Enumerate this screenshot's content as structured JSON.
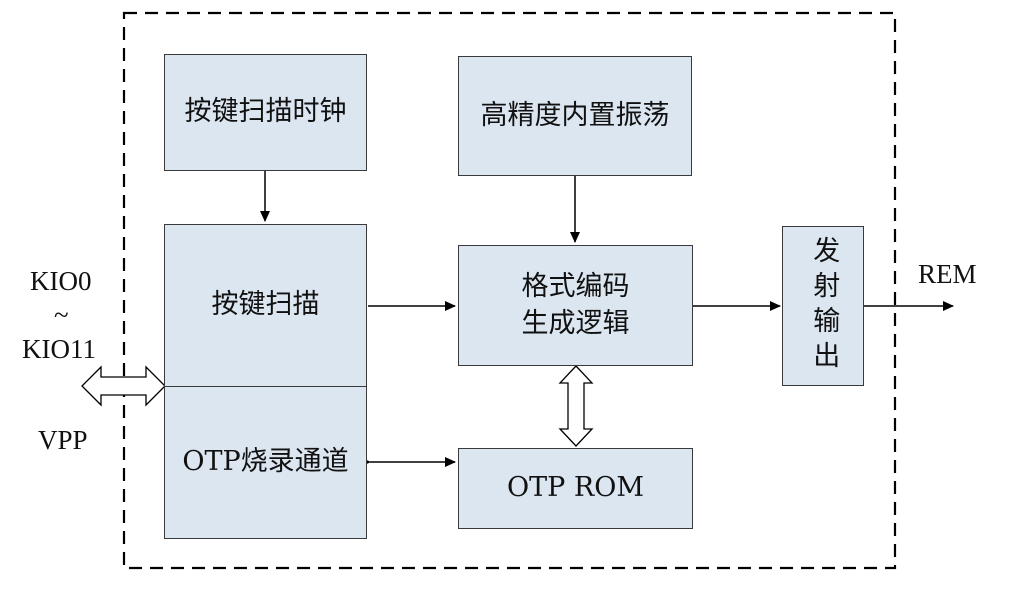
{
  "blocks": {
    "scan_clock": "按键扫描时钟",
    "oscillator": "高精度内置振荡",
    "key_scan": "按键扫描",
    "format_logic": "格式编码\n生成逻辑",
    "emit_output": "发射输出",
    "otp_channel": "OTP烧录通道",
    "otp_rom": "OTP ROM"
  },
  "pins": {
    "kio_start": "KIO0",
    "kio_tilde": "~",
    "kio_end": "KIO11",
    "vpp": "VPP",
    "rem": "REM"
  },
  "colors": {
    "block_fill": "#dce6f1",
    "line": "#000000"
  }
}
